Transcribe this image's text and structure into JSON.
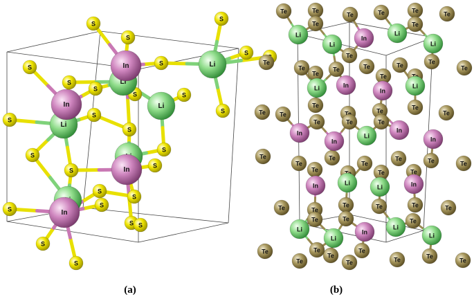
{
  "panels": [
    {
      "id": "a",
      "caption": "(a)",
      "atoms": [
        "Li",
        "In",
        "S"
      ]
    },
    {
      "id": "b",
      "caption": "(b)",
      "atoms": [
        "Li",
        "In",
        "Te"
      ]
    }
  ],
  "species": {
    "Li": {
      "label": "Li",
      "color": "#7fd27a"
    },
    "In": {
      "label": "In",
      "color": "#c978b4"
    },
    "S": {
      "label": "S",
      "color": "#e8e000"
    },
    "Te": {
      "label": "Te",
      "color": "#9a8a52"
    }
  }
}
